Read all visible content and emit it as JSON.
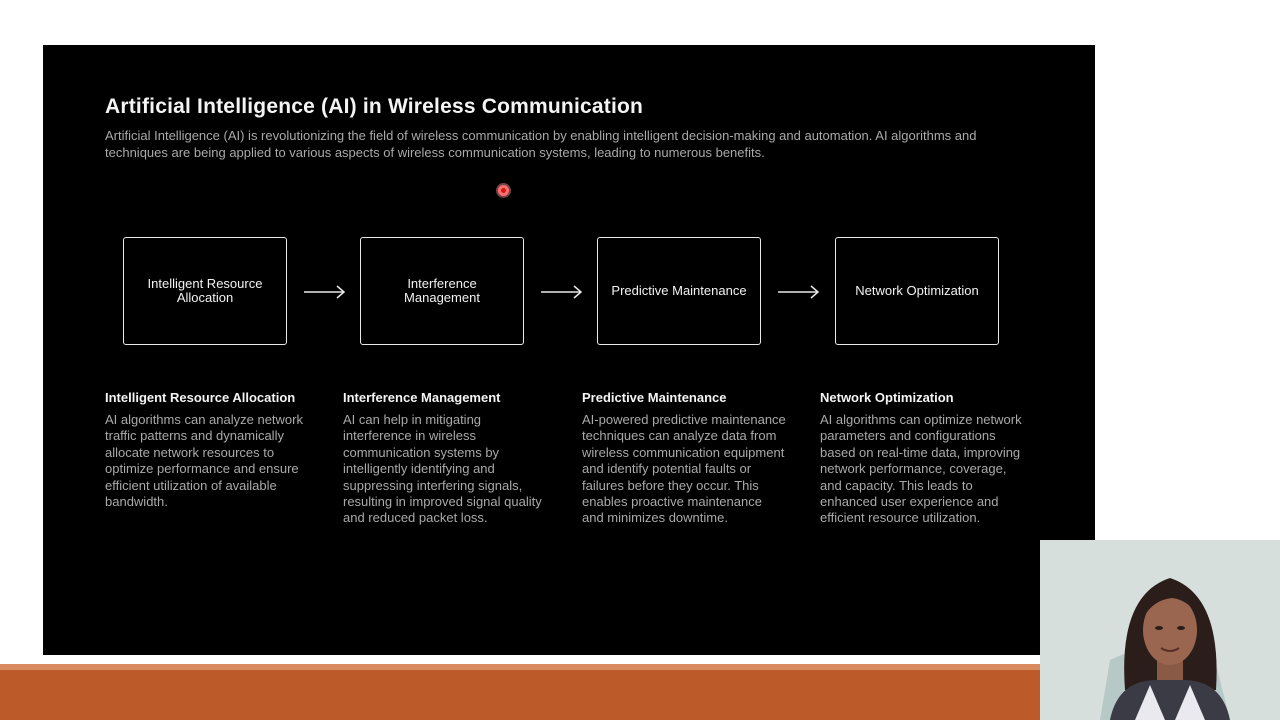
{
  "slide": {
    "title": "Artificial Intelligence (AI) in Wireless Communication",
    "intro": "Artificial Intelligence (AI) is revolutionizing the field of wireless communication by enabling intelligent decision-making and automation. AI algorithms and techniques are being applied to various aspects of wireless communication systems, leading to numerous benefits.",
    "flow": [
      {
        "label": "Intelligent Resource Allocation"
      },
      {
        "label": "Interference Management"
      },
      {
        "label": "Predictive Maintenance"
      },
      {
        "label": "Network Optimization"
      }
    ],
    "columns": [
      {
        "title": "Intelligent Resource Allocation",
        "text": "AI algorithms can analyze network traffic patterns and dynamically allocate network resources to optimize performance and ensure efficient utilization of available bandwidth."
      },
      {
        "title": "Interference Management",
        "text": "AI can help in mitigating interference in wireless communication systems by intelligently identifying and suppressing interfering signals, resulting in improved signal quality and reduced packet loss."
      },
      {
        "title": "Predictive Maintenance",
        "text": "AI-powered predictive maintenance techniques can analyze data from wireless communication equipment and identify potential faults or failures before they occur. This enables proactive maintenance and minimizes downtime."
      },
      {
        "title": "Network Optimization",
        "text": "AI algorithms can optimize network parameters and configurations based on real-time data, improving network performance, coverage, and capacity. This leads to enhanced user experience and efficient resource utilization."
      }
    ]
  },
  "colors": {
    "slide_background": "#000000",
    "accent_bar": "#bd5a29",
    "laser_pointer": "#d81515"
  },
  "icons": {
    "arrow": "right-arrow-icon",
    "pointer": "laser-pointer-icon"
  }
}
